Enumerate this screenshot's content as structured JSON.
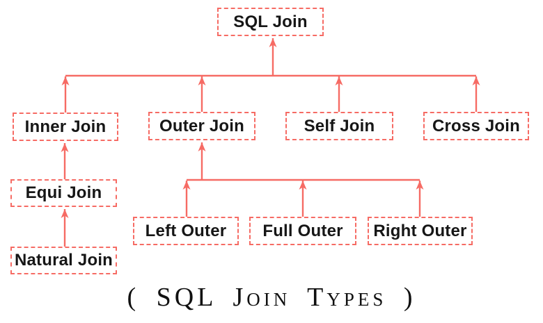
{
  "diagram": {
    "caption": "( SQL Join Types )",
    "accent_color": "#f66b64",
    "text_color": "#161616",
    "nodes": {
      "sql_join": {
        "label": "SQL Join"
      },
      "inner_join": {
        "label": "Inner Join"
      },
      "outer_join": {
        "label": "Outer Join"
      },
      "self_join": {
        "label": "Self Join"
      },
      "cross_join": {
        "label": "Cross Join"
      },
      "equi_join": {
        "label": "Equi Join"
      },
      "natural_join": {
        "label": "Natural Join"
      },
      "left_outer": {
        "label": "Left Outer"
      },
      "full_outer": {
        "label": "Full Outer"
      },
      "right_outer": {
        "label": "Right Outer"
      }
    },
    "edges": [
      {
        "from": "inner_join",
        "to": "sql_join"
      },
      {
        "from": "outer_join",
        "to": "sql_join"
      },
      {
        "from": "self_join",
        "to": "sql_join"
      },
      {
        "from": "cross_join",
        "to": "sql_join"
      },
      {
        "from": "equi_join",
        "to": "inner_join"
      },
      {
        "from": "natural_join",
        "to": "equi_join"
      },
      {
        "from": "left_outer",
        "to": "outer_join"
      },
      {
        "from": "full_outer",
        "to": "outer_join"
      },
      {
        "from": "right_outer",
        "to": "outer_join"
      }
    ]
  }
}
